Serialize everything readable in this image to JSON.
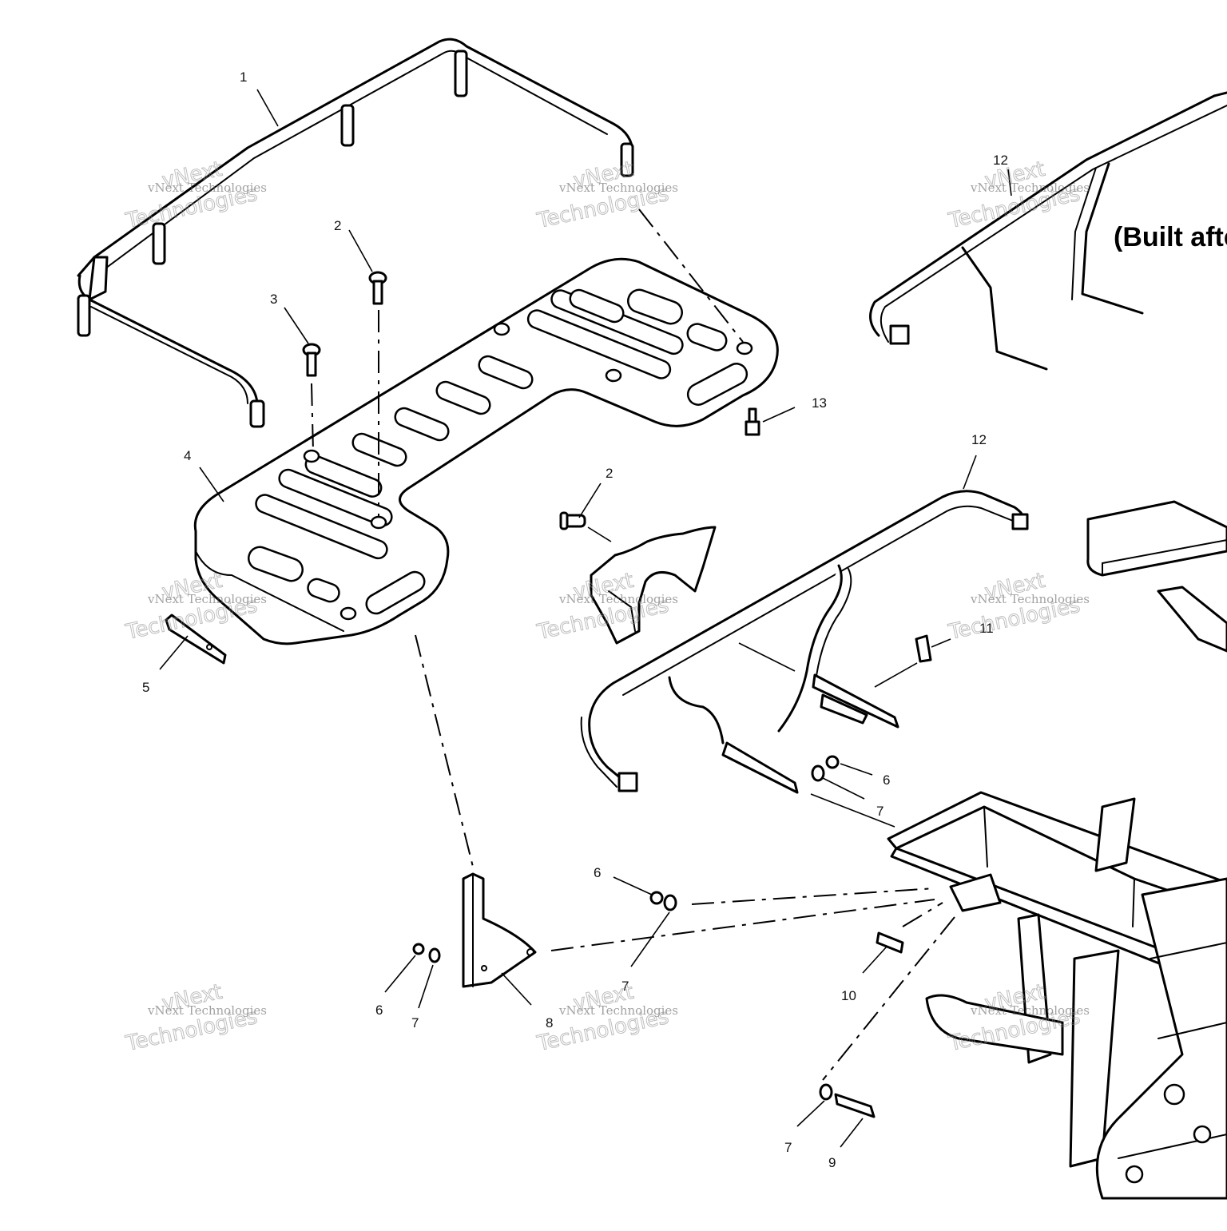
{
  "banner": {
    "text": "(Built afte"
  },
  "callouts": {
    "c1": "1",
    "c2a": "2",
    "c2b": "2",
    "c3": "3",
    "c4": "4",
    "c5": "5",
    "c6a": "6",
    "c6b": "6",
    "c6c": "6",
    "c7a": "7",
    "c7b": "7",
    "c7c": "7",
    "c7d": "7",
    "c8": "8",
    "c9": "9",
    "c10": "10",
    "c11": "11",
    "c12a": "12",
    "c12b": "12",
    "c13": "13"
  },
  "watermark": {
    "line1": "vNext Technologies",
    "line2": "Technologies",
    "line3": "vNext"
  },
  "colors": {
    "ink": "#000000",
    "paper": "#ffffff",
    "watermark": "#888888"
  }
}
